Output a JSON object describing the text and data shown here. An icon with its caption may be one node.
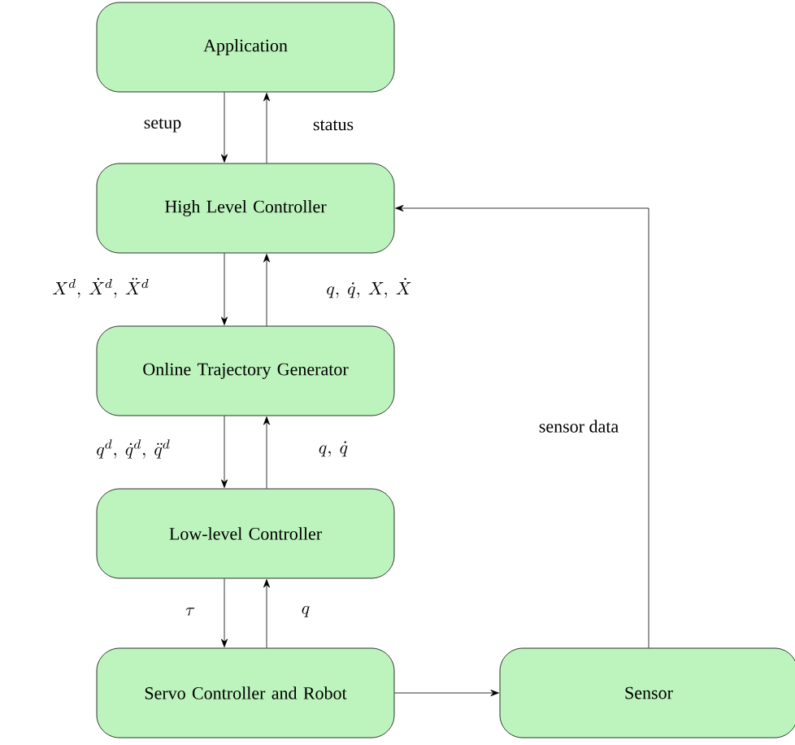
{
  "diagram": {
    "nodes": [
      {
        "text": [
          "Application"
        ]
      },
      {
        "text": [
          "High Level Controller"
        ]
      },
      {
        "text": [
          "Online Trajectory Generator"
        ]
      },
      {
        "text": [
          "Low-level Controller"
        ]
      },
      {
        "text": [
          "Servo Controller and Robot"
        ]
      },
      {
        "text": [
          "Sensor"
        ]
      }
    ],
    "edges": [
      {
        "from": 0,
        "to": 1,
        "arrow": "to",
        "label": "setup"
      },
      {
        "from": 1,
        "to": 0,
        "arrow": "to",
        "label": "status"
      },
      {
        "from": 1,
        "to": 2,
        "arrow": "to",
        "label": "X^d,\\ \\dot{X}^d,\\ \\ddot{X}^d"
      },
      {
        "from": 2,
        "to": 1,
        "arrow": "to",
        "label": "q,\\ \\dot{q},\\ X,\\ \\dot{X}"
      },
      {
        "from": 2,
        "to": 3,
        "arrow": "to",
        "label": "q^d,\\ \\dot{q}^d,\\ \\ddot{q}^d"
      },
      {
        "from": 3,
        "to": 2,
        "arrow": "to",
        "label": "q,\\ \\dot{q}"
      },
      {
        "from": 3,
        "to": 4,
        "arrow": "to",
        "label": "\\tau"
      },
      {
        "from": 4,
        "to": 3,
        "arrow": "to",
        "label": "q"
      },
      {
        "from": 4,
        "to": 5,
        "arrow": "to"
      },
      {
        "from": 5,
        "to": 1,
        "arrow": "to",
        "label": "sensor data"
      }
    ]
  }
}
